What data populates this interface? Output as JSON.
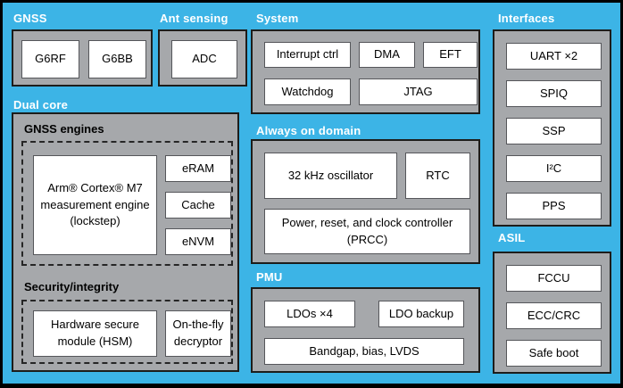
{
  "colors": {
    "background": "#3cb4e6",
    "panel_gray": "#a6a8ab",
    "box_fill": "#ffffff",
    "box_border": "#55565a",
    "panel_border": "#1d1d1b",
    "section_label_text": "#ffffff",
    "box_text": "#000000"
  },
  "sections": {
    "gnss": {
      "label": "GNSS",
      "boxes": {
        "g6rf": "G6RF",
        "g6bb": "G6BB"
      }
    },
    "ant_sensing": {
      "label": "Ant sensing",
      "boxes": {
        "adc": "ADC"
      }
    },
    "dual_core": {
      "label": "Dual core",
      "gnss_engines": {
        "label": "GNSS engines",
        "boxes": {
          "cpu": "Arm® Cortex® M7\nmeasurement engine\n(lockstep)",
          "eram": "eRAM",
          "cache": "Cache",
          "envm": "eNVM"
        }
      },
      "security": {
        "label": "Security/integrity",
        "boxes": {
          "hsm": "Hardware secure\nmodule (HSM)",
          "decryptor": "On-the-fly\ndecryptor"
        }
      }
    },
    "system": {
      "label": "System",
      "boxes": {
        "interrupt": "Interrupt ctrl",
        "dma": "DMA",
        "eft": "EFT",
        "watchdog": "Watchdog",
        "jtag": "JTAG"
      }
    },
    "always_on": {
      "label": "Always on domain",
      "boxes": {
        "osc": "32 kHz oscillator",
        "rtc": "RTC",
        "prcc": "Power, reset, and clock controller\n(PRCC)"
      }
    },
    "pmu": {
      "label": "PMU",
      "boxes": {
        "ldos": "LDOs ×4",
        "ldo_backup": "LDO backup",
        "bandgap": "Bandgap, bias, LVDS"
      }
    },
    "interfaces": {
      "label": "Interfaces",
      "boxes": {
        "uart": "UART ×2",
        "spiq": "SPIQ",
        "ssp": "SSP",
        "i2c": "I²C",
        "pps": "PPS"
      }
    },
    "asil": {
      "label": "ASIL",
      "boxes": {
        "fccu": "FCCU",
        "ecc": "ECC/CRC",
        "safe_boot": "Safe boot"
      }
    }
  }
}
